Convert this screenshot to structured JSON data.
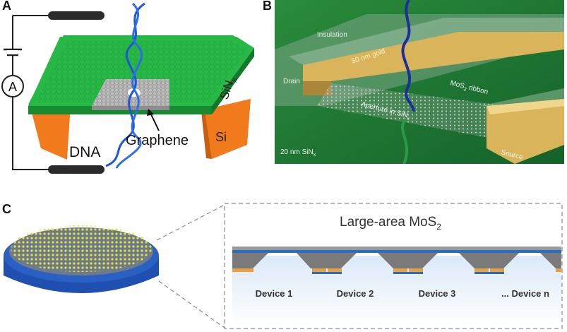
{
  "panels": {
    "a": {
      "letter": "A",
      "ammeter": "A",
      "labels": {
        "sinx_main": "SiN",
        "sinx_sub": "x",
        "si": "Si",
        "graphene": "Graphene",
        "dna": "DNA"
      }
    },
    "b": {
      "letter": "B",
      "labels": {
        "insulation": "Insulation",
        "gold": "50 nm gold",
        "drain": "Drain",
        "mos2_ribbon_pre": "MoS",
        "mos2_ribbon_sub": "2",
        "mos2_ribbon_post": " ribbon",
        "aperture_pre": "Aperture in SiN",
        "aperture_sub": "x",
        "sinx_pre": "20 nm SiN",
        "sinx_sub": "x",
        "source": "Source"
      }
    },
    "c": {
      "letter": "C",
      "title_pre": "Large-area MoS",
      "title_sub": "2",
      "devices": [
        "Device 1",
        "Device 2",
        "Device 3",
        "... Device n"
      ]
    }
  },
  "colors": {
    "sinx_green": "#1fae3b",
    "si_orange": "#f07a1c",
    "graphene_gray": "#b9b9b9",
    "dna_blue": "#1f55d6",
    "gold": "#d9b45a",
    "scene_green": "#1f7f34",
    "substrate_blue": "#1f4fb0",
    "mos2_yellow": "#e8e23a"
  }
}
